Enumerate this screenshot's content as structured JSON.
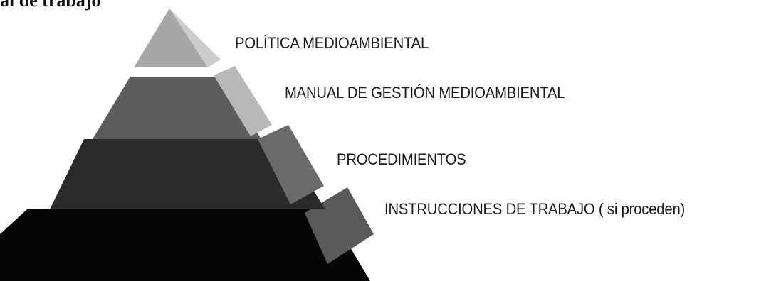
{
  "header_fragment": "al de trabajo",
  "levels": [
    {
      "label": "POLÍTICA MEDIOAMBIENTAL"
    },
    {
      "label": "MANUAL DE GESTIÓN MEDIOAMBIENTAL"
    },
    {
      "label": "PROCEDIMIENTOS"
    },
    {
      "label": "INSTRUCCIONES DE TRABAJO ( si proceden)"
    }
  ],
  "colors": {
    "level_1_front": "#a7a7a7",
    "level_1_side": "#cdcdcd",
    "level_2_front": "#5c5c5c",
    "level_2_side": "#b8b8b8",
    "level_3_front": "#2a2a2a",
    "level_3_side": "#6a6a6a",
    "level_4_front": "#050505",
    "level_4_side": "#5a5a5a",
    "label_text": "#1a1a1a"
  }
}
